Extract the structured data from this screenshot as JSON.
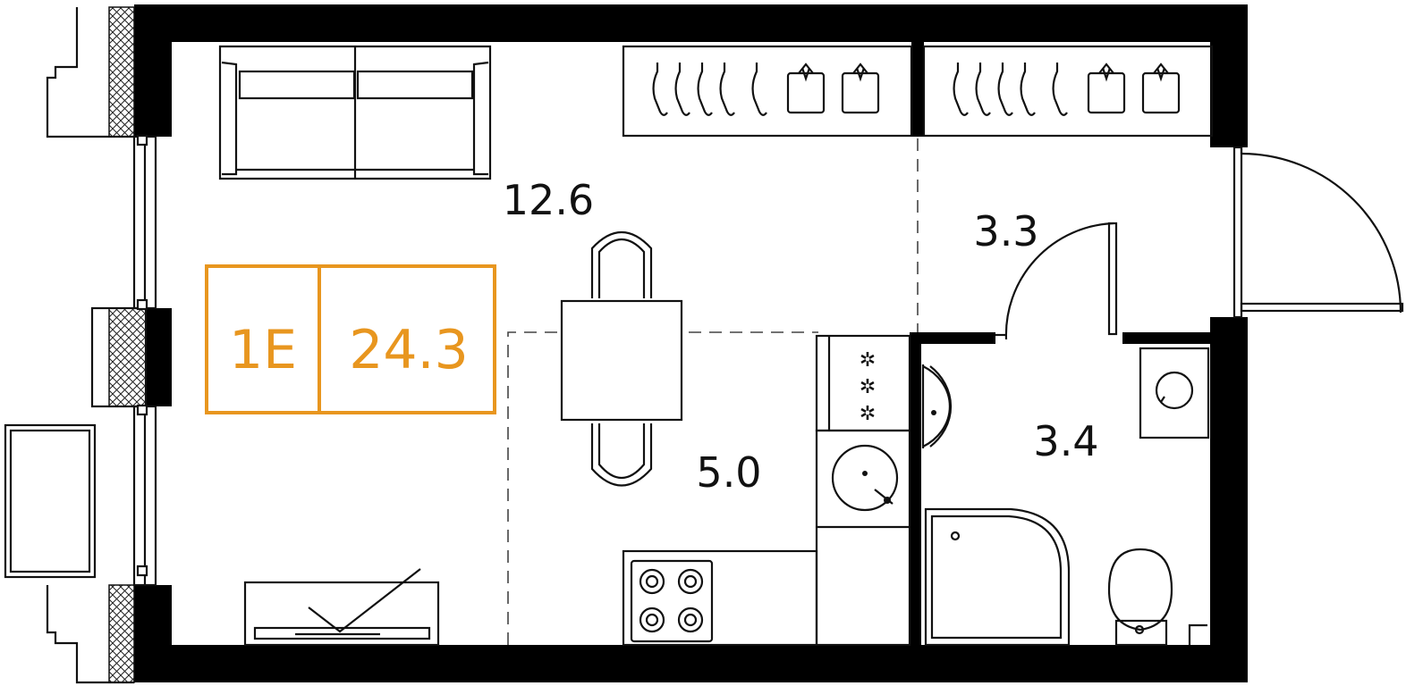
{
  "plan": {
    "unit_type": "1E",
    "total_area": "24.3",
    "rooms": {
      "living": "12.6",
      "kitchen": "5.0",
      "hall": "3.3",
      "bathroom": "3.4"
    }
  },
  "colors": {
    "badge": "#E8961F",
    "walls": "#000000",
    "lines": "#111111"
  }
}
